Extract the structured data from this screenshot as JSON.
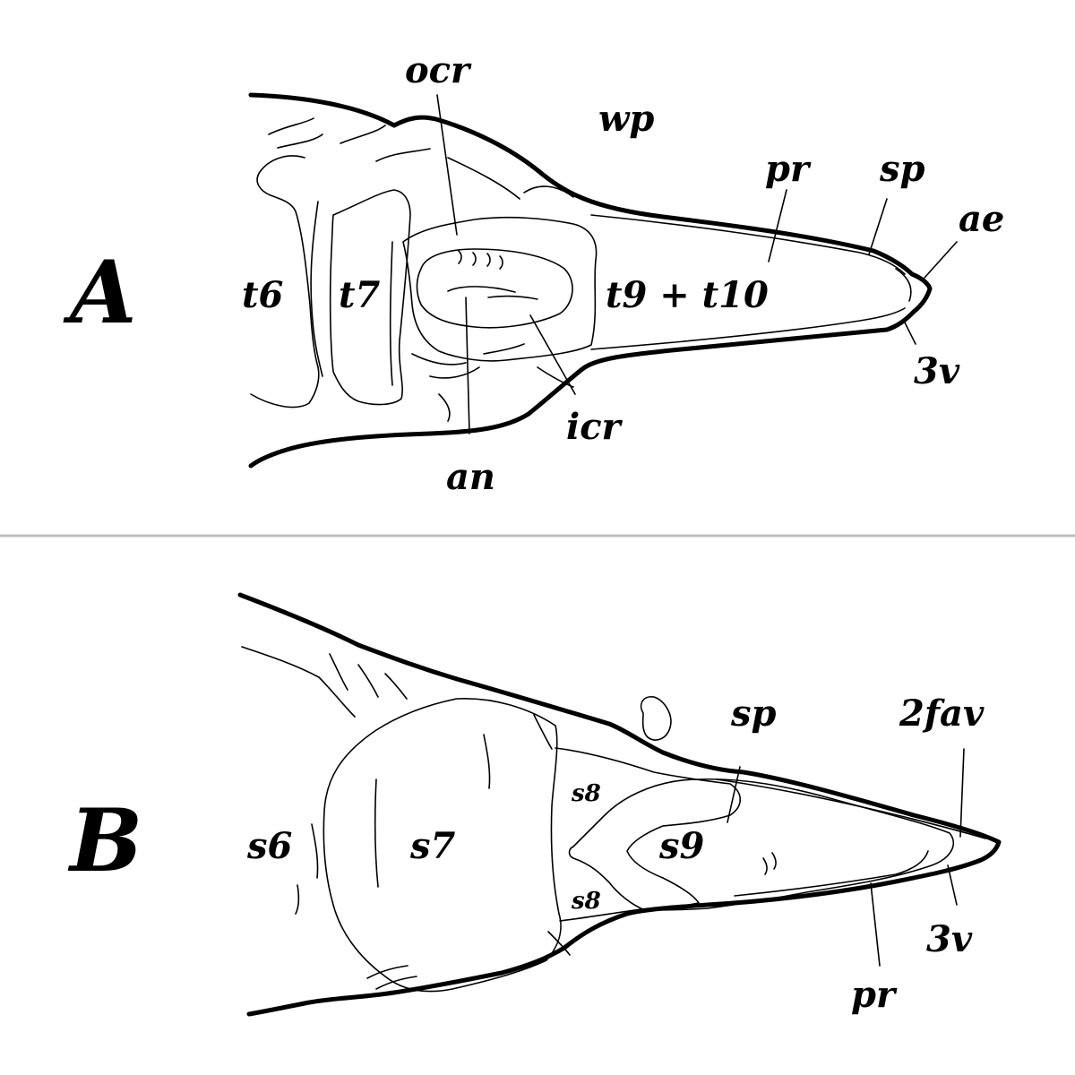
{
  "panels": {
    "a": {
      "letter": "A",
      "labels": {
        "t6": "t6",
        "t7": "t7",
        "t9_t10": "t9 + t10",
        "ocr": "ocr",
        "wp": "wp",
        "pr": "pr",
        "sp": "sp",
        "ae": "ae",
        "v3": "3v",
        "icr": "icr",
        "an": "an"
      }
    },
    "b": {
      "letter": "B",
      "labels": {
        "s6": "s6",
        "s7": "s7",
        "s8_top": "s8",
        "s8_bottom": "s8",
        "s9": "s9",
        "sp": "sp",
        "fav2": "2fav",
        "v3": "3v",
        "pr": "pr"
      }
    }
  }
}
